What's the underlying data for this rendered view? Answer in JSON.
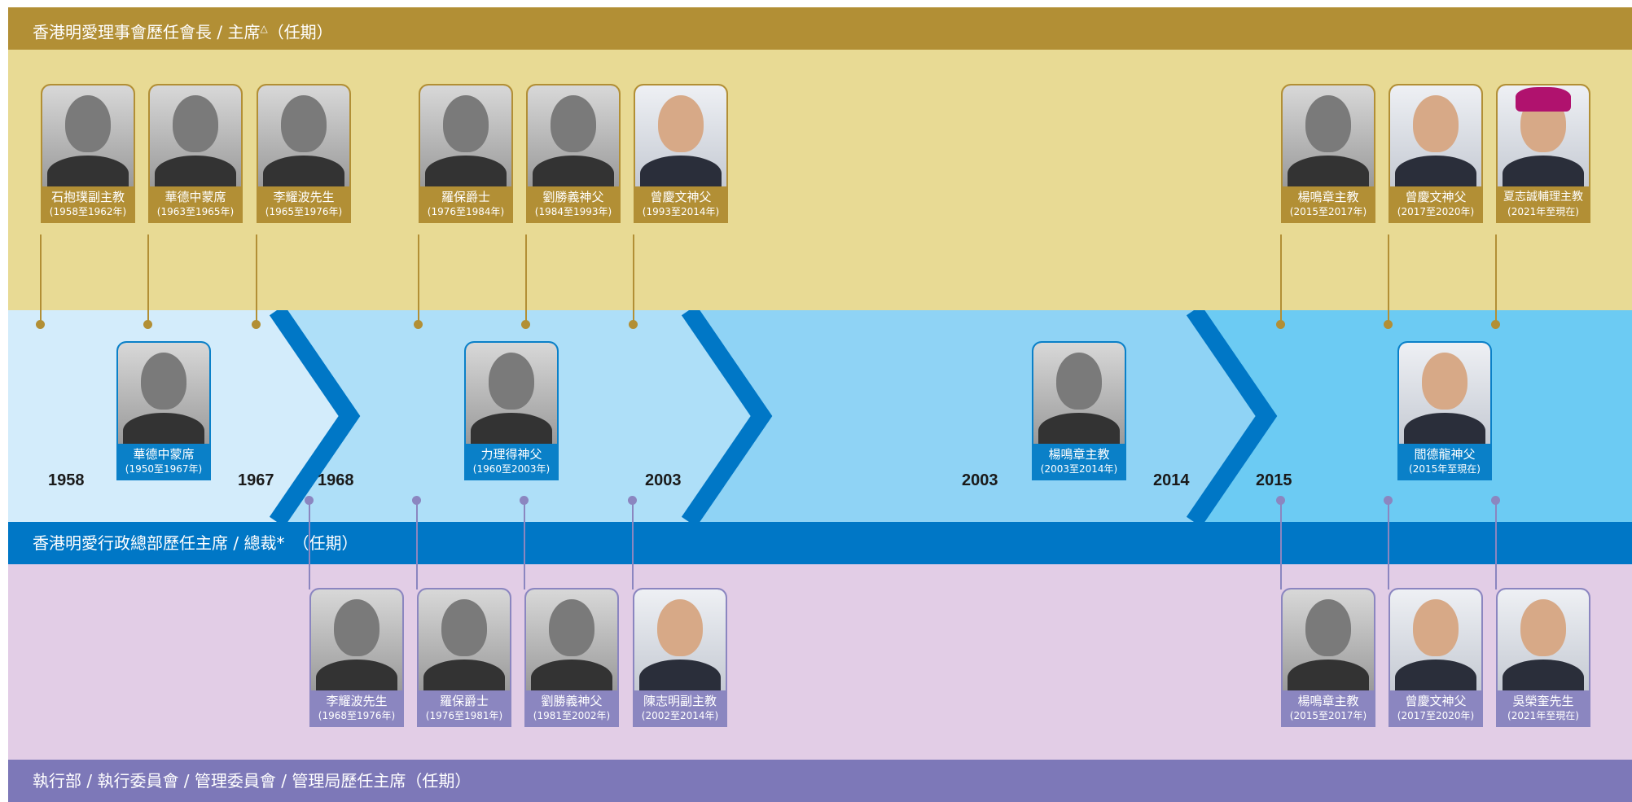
{
  "headers": {
    "board": "香港明愛理事會歷任會長 / 主席",
    "board_mark": "△",
    "board_suffix": "（任期）",
    "admin": "香港明愛行政總部歷任主席 / 總裁*　（任期）",
    "exec": "執行部 / 執行委員會 / 管理委員會 / 管理局歷任主席（任期）"
  },
  "board_members": [
    {
      "name": "石抱璞副主教",
      "term": "(1958至1962年)"
    },
    {
      "name": "華德中蒙席",
      "term": "(1963至1965年)"
    },
    {
      "name": "李耀波先生",
      "term": "(1965至1976年)"
    },
    {
      "name": "羅保爵士",
      "term": "(1976至1984年)"
    },
    {
      "name": "劉勝義神父",
      "term": "(1984至1993年)"
    },
    {
      "name": "曾慶文神父",
      "term": "(1993至2014年)"
    },
    {
      "name": "楊鳴章主教",
      "term": "(2015至2017年)"
    },
    {
      "name": "曾慶文神父",
      "term": "(2017至2020年)"
    },
    {
      "name": "夏志誠輔理主教",
      "term": "(2021年至現在)"
    }
  ],
  "admin_heads": [
    {
      "name": "華德中蒙席",
      "term": "(1950至1967年)"
    },
    {
      "name": "力理得神父",
      "term": "(1960至2003年)"
    },
    {
      "name": "楊鳴章主教",
      "term": "(2003至2014年)"
    },
    {
      "name": "閻德龍神父",
      "term": "(2015年至現在)"
    }
  ],
  "exec_chairs": [
    {
      "name": "李耀波先生",
      "term": "(1968至1976年)"
    },
    {
      "name": "羅保爵士",
      "term": "(1976至1981年)"
    },
    {
      "name": "劉勝義神父",
      "term": "(1981至2002年)"
    },
    {
      "name": "陳志明副主教",
      "term": "(2002至2014年)"
    },
    {
      "name": "楊鳴章主教",
      "term": "(2015至2017年)"
    },
    {
      "name": "曾慶文神父",
      "term": "(2017至2020年)"
    },
    {
      "name": "吳榮奎先生",
      "term": "(2021年至現在)"
    }
  ],
  "years": [
    "1958",
    "1967",
    "1968",
    "2003",
    "2003",
    "2014",
    "2015"
  ],
  "colors": {
    "gold": "#b28f35",
    "gold_bg": "#e8da94",
    "blue": "#0077c6",
    "purple": "#7d78b8",
    "purple_bg": "#e2cde6"
  }
}
